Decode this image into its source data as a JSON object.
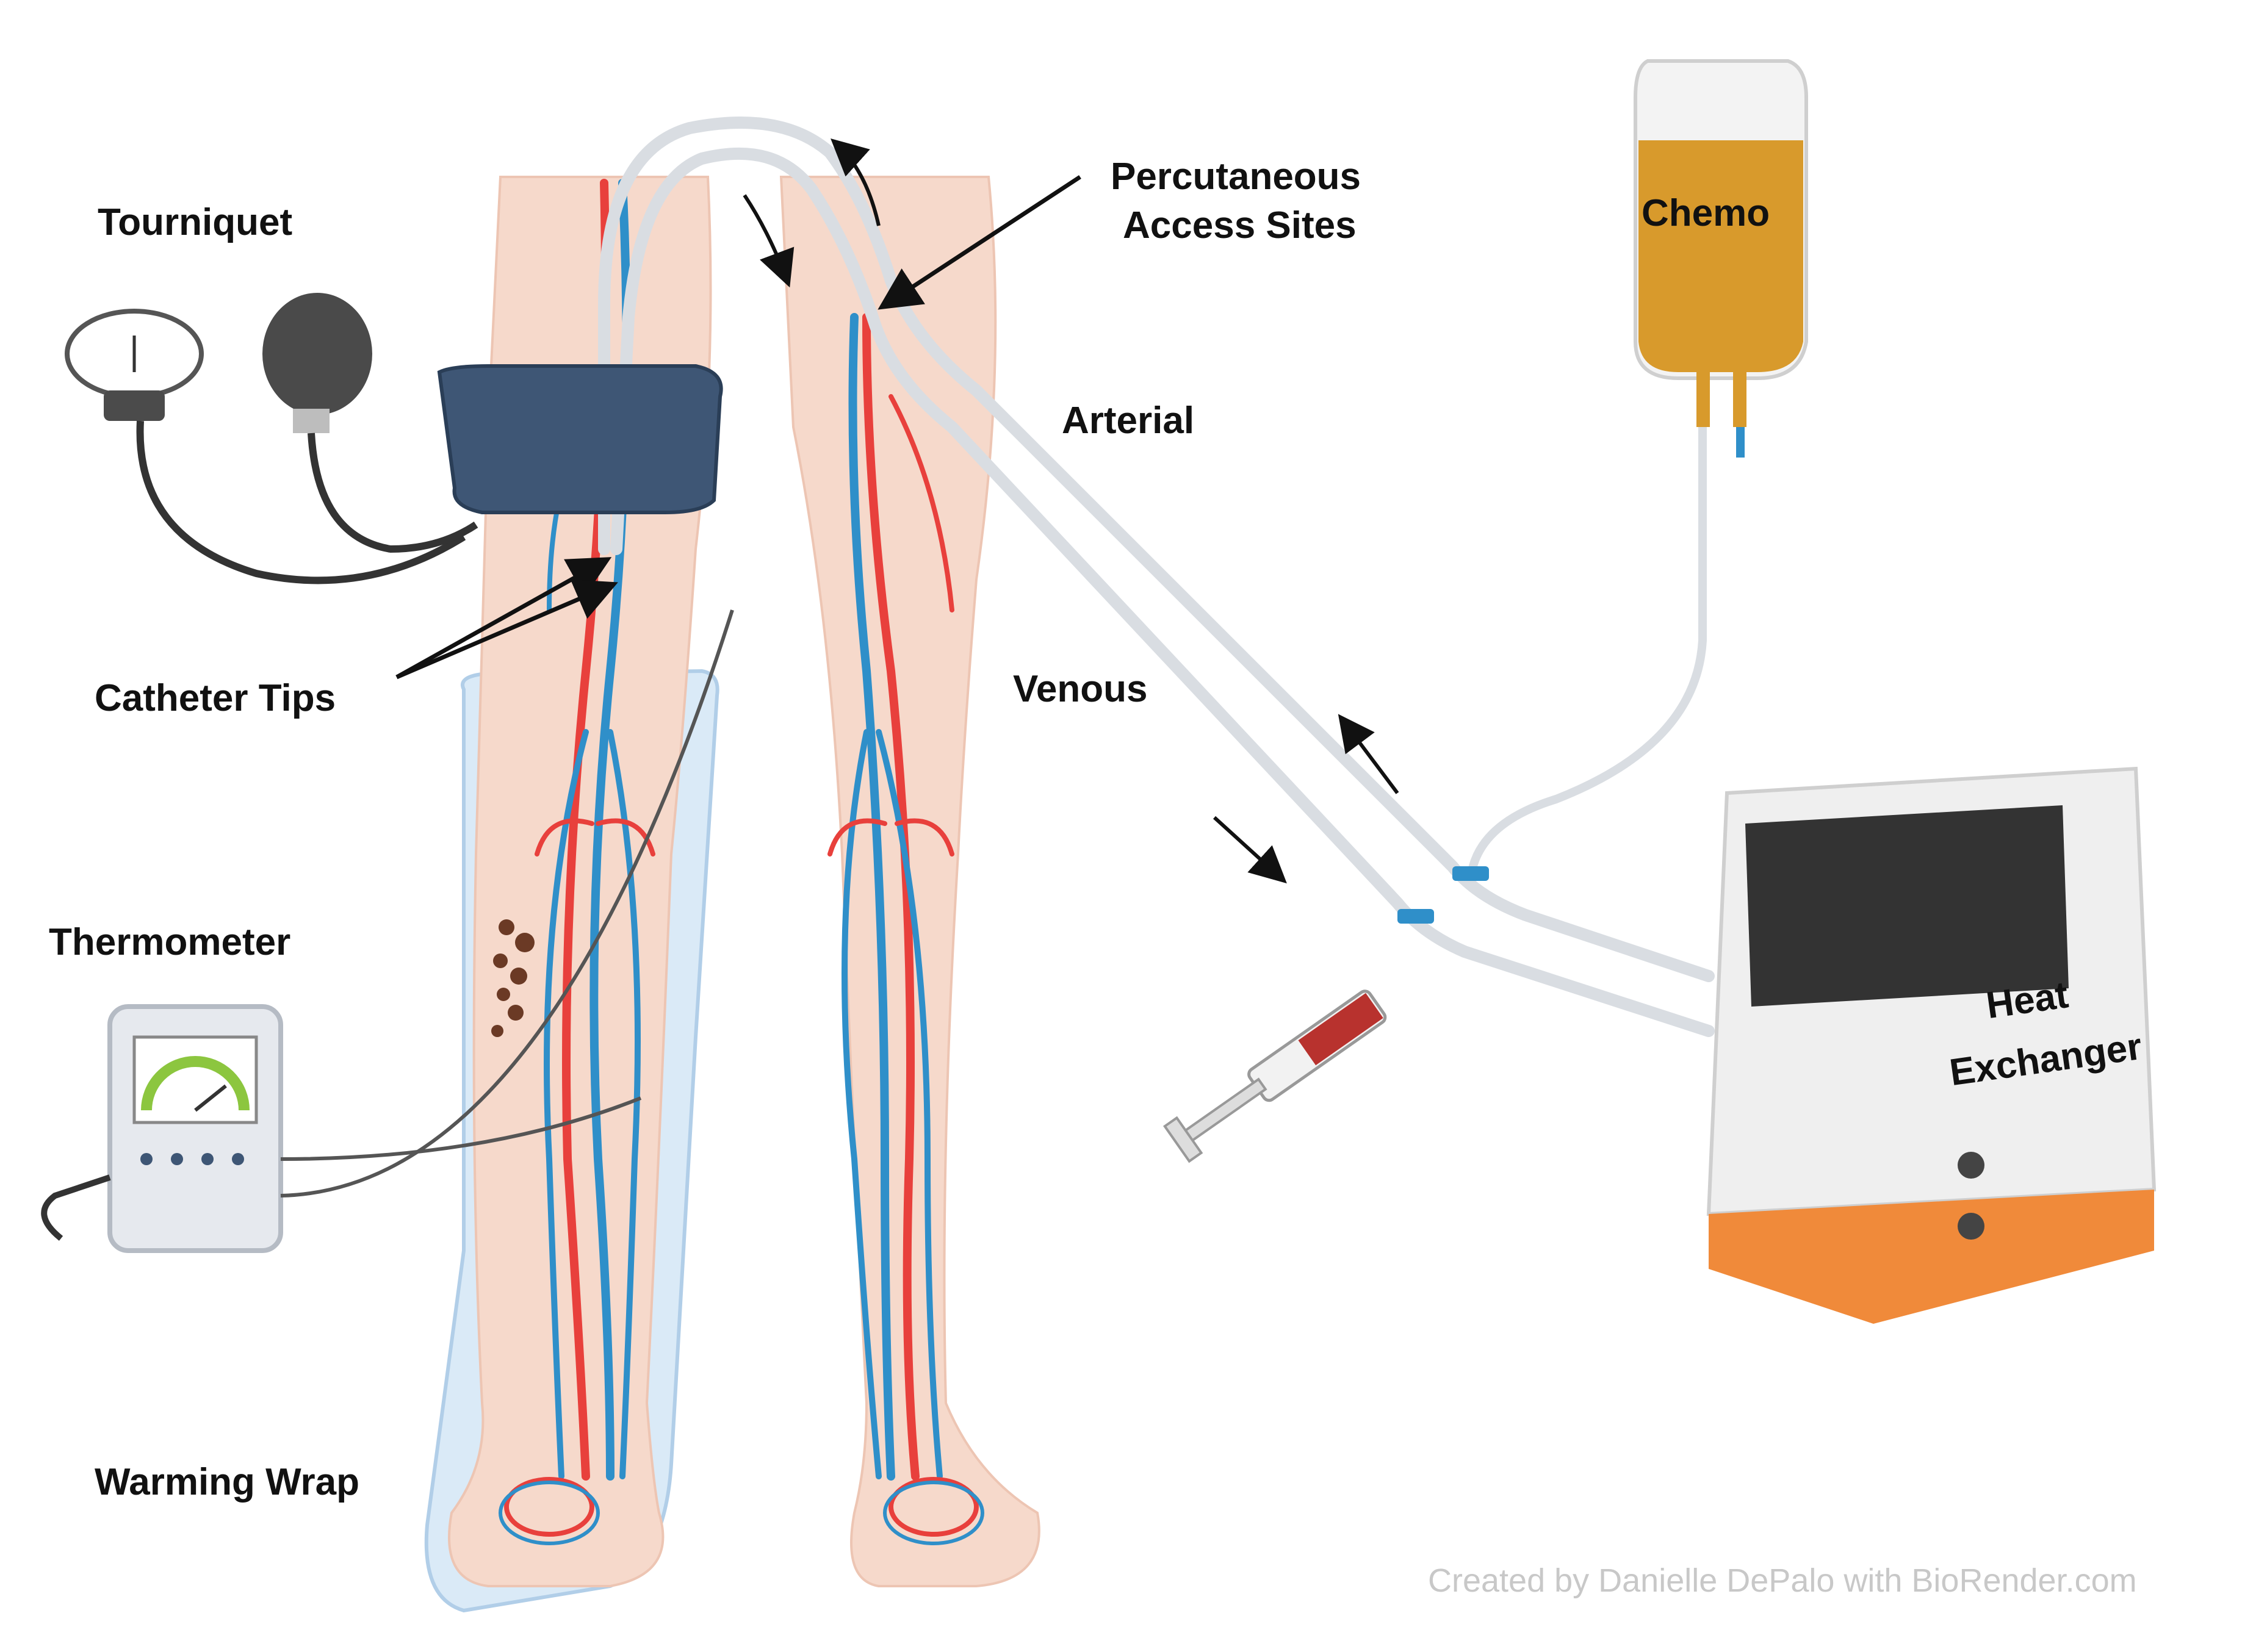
{
  "labels": {
    "tourniquet": "Tourniquet",
    "percutaneous_line1": "Percutaneous",
    "percutaneous_line2": "Access Sites",
    "chemo": "Chemo",
    "arterial": "Arterial",
    "venous": "Venous",
    "catheter_tips": "Catheter Tips",
    "thermometer": "Thermometer",
    "heat_line1": "Heat",
    "heat_line2": "Exchanger",
    "warming_wrap": "Warming Wrap"
  },
  "credit": "Created by Danielle DePalo with BioRender.com",
  "colors": {
    "skin": "#f6d9cb",
    "artery": "#e8403c",
    "vein": "#2f8fc9",
    "tubing": "#d9dde2",
    "cuff": "#3e5675",
    "chemo_fluid": "#d89a2c",
    "wrap": "#d6e8f7",
    "machine": "#efefef",
    "machine_base": "#f08a3a",
    "syringe_blood": "#b8322e"
  },
  "icons": [
    "blood-pressure-gauge-icon",
    "inflation-bulb-icon",
    "iv-bag-icon",
    "syringe-icon",
    "thermometer-device-icon",
    "heat-exchanger-machine-icon"
  ]
}
